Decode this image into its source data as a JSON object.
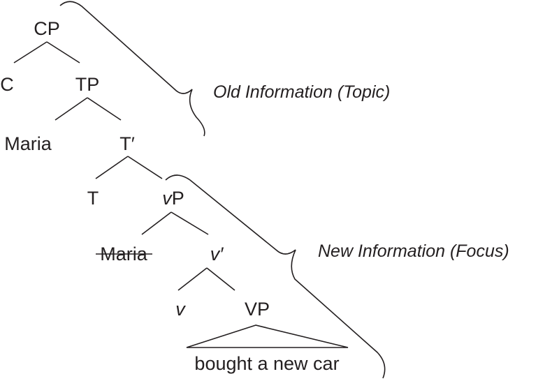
{
  "tree": {
    "nodes": {
      "cp": "CP",
      "c": "C",
      "tp": "TP",
      "maria": "Maria",
      "t_bar": "T′",
      "t": "T",
      "vp_small_v": "v",
      "vp_small_p": "P",
      "maria_trace": "Maria",
      "v_bar": "v′",
      "v": "v",
      "vp": "VP",
      "vp_content": "bought a new car"
    }
  },
  "annotations": {
    "old": "Old Information (Topic)",
    "new": "New Information (Focus)"
  }
}
